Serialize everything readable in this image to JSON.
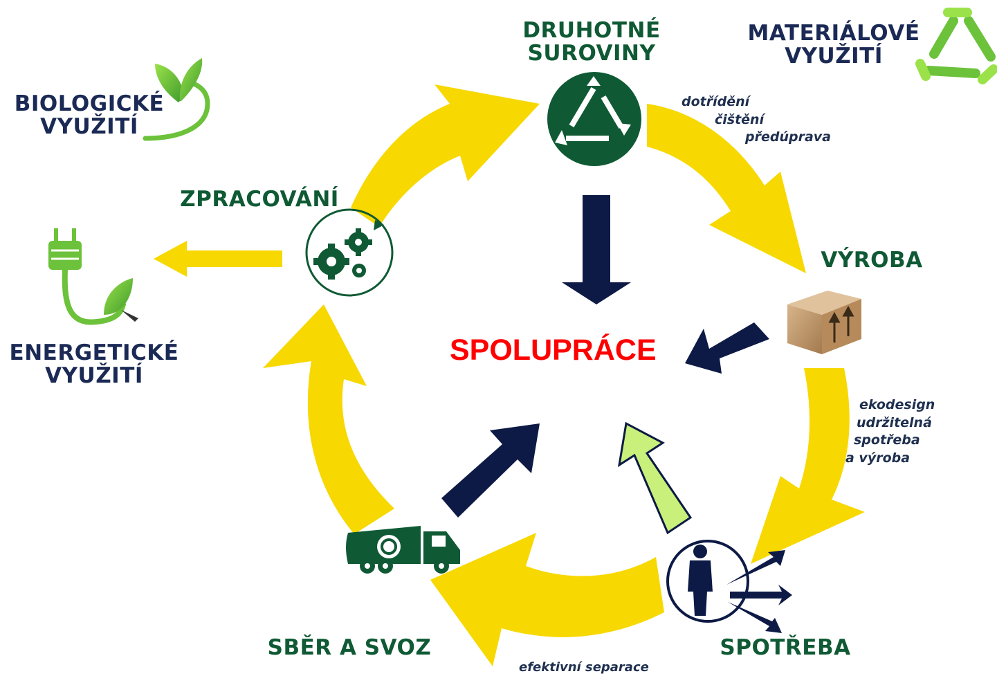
{
  "center_label": "SPOLUPRÁCE",
  "nodes": {
    "druhotne": {
      "line1": "DRUHOTNÉ",
      "line2": "SUROVINY"
    },
    "materialove": {
      "line1": "MATERIÁLOVÉ",
      "line2": "VYUŽITÍ"
    },
    "biologicke": {
      "line1": "BIOLOGICKÉ",
      "line2": "VYUŽITÍ"
    },
    "zpracovani": {
      "label": "ZPRACOVÁNÍ"
    },
    "vyroba": {
      "label": "VÝROBA"
    },
    "energeticke": {
      "line1": "ENERGETICKÉ",
      "line2": "VYUŽITÍ"
    },
    "sber": {
      "label": "SBĚR A SVOZ"
    },
    "spotreba": {
      "label": "SPOTŘEBA"
    }
  },
  "notes": {
    "top": [
      "dotřídění",
      "čištění",
      "předúprava"
    ],
    "right": [
      "ekodesign",
      "udržitelná",
      "spotřeba",
      "a výroba"
    ],
    "bottom": "efektivní separace"
  },
  "icons": [
    "recycle-icon",
    "gears-icon",
    "box-icon",
    "garbage-truck-icon",
    "person-icon",
    "plug-leaf-icon",
    "leaf-swoosh-icon",
    "recycle-leaf-icon"
  ],
  "colors": {
    "cycle_arrows": "#f7d800",
    "dark_green": "#0f5a34",
    "navy": "#0d1a45",
    "light_green": "#c8f07a",
    "center_text": "#ff0000"
  }
}
